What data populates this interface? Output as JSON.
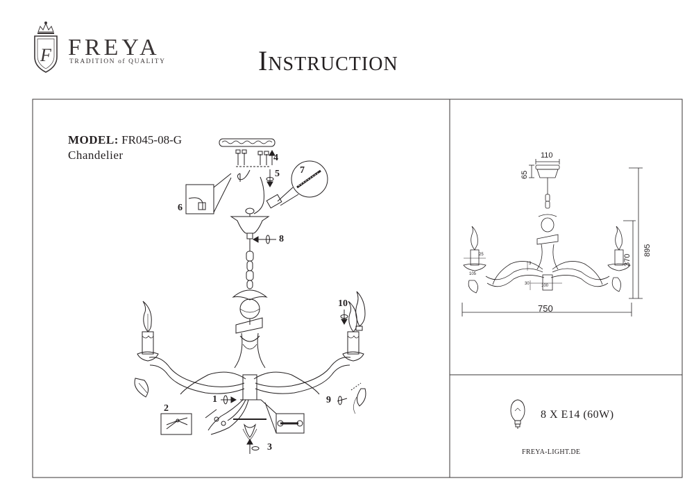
{
  "header": {
    "brand_name": "FREYA",
    "brand_tagline": "TRADITION of QUALITY",
    "logo_letter": "F",
    "title": "Instruction"
  },
  "product": {
    "model_prefix": "MODEL:",
    "model_code": "FR045-08-G",
    "type": "Chandelier"
  },
  "steps": [
    "1",
    "2",
    "3",
    "4",
    "5",
    "6",
    "7",
    "8",
    "9",
    "10"
  ],
  "dimensions": {
    "canopy_width": "110",
    "canopy_height": "65",
    "total_height": "895",
    "body_height": "370",
    "width": "750",
    "small_25": "25",
    "small_3": "3",
    "small_100": "100",
    "small_30": "30",
    "small_105": "105"
  },
  "spec": {
    "bulbs": "8 X E14 (60W)",
    "website": "FREYA-LIGHT.DE"
  },
  "icons": [
    "crown-icon",
    "shield-icon",
    "pliers-icon",
    "wrench-icon",
    "bulb-icon",
    "rotate-icon",
    "arrow-icon"
  ]
}
